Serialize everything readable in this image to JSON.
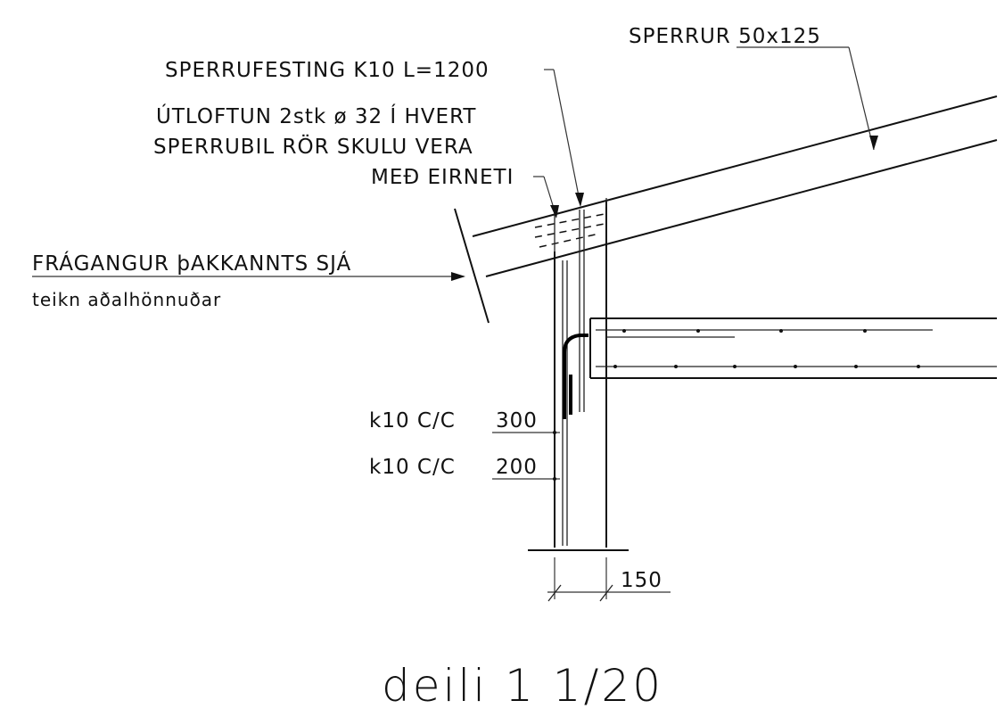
{
  "labels": {
    "sperrur": "SPERRUR 50x125",
    "sperrufesting": "SPERRUFESTING K10 L=1200",
    "utloftun_line1": "ÚTLOFTUN 2stk ø 32 Í HVERT",
    "utloftun_line2": "SPERRUBIL RÖR SKULU VERA",
    "utloftun_line3": "MEÐ EIRNETI",
    "fragangur": "FRÁGANGUR þAKKANNTS SJÁ",
    "teikn": "teikn aðalhönnuðar",
    "k10_300_prefix": "k10 C/C",
    "k10_300_value": "300",
    "k10_200_prefix": "k10 C/C",
    "k10_200_value": "200",
    "dim_150": "150",
    "title": "deili 1   1/20"
  }
}
